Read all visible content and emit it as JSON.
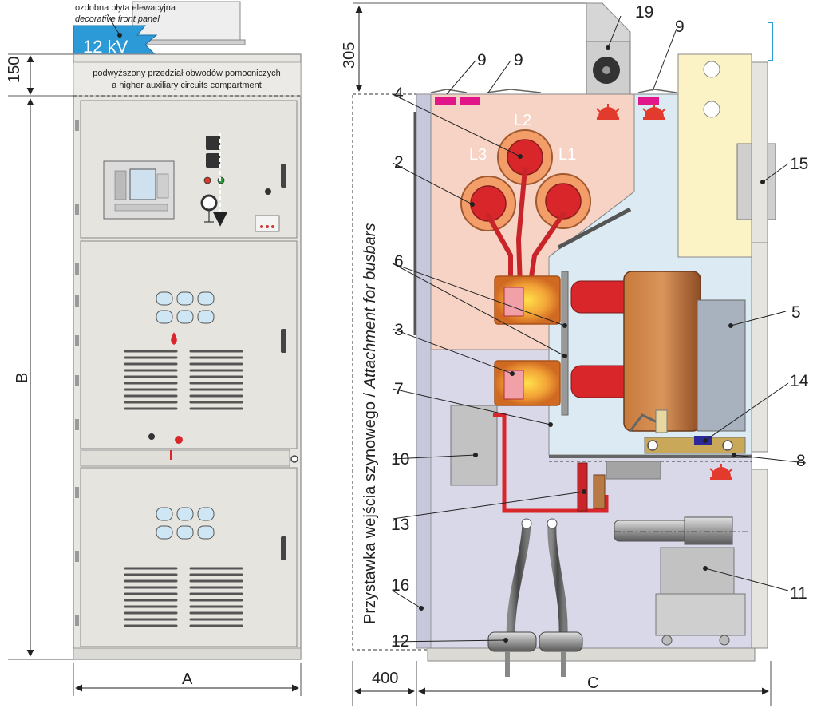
{
  "front_view": {
    "decor_label_pl": "ozdobna płyta elewacyjna",
    "decor_label_en": "decorative front panel",
    "voltage_badge": "12 kV",
    "aux_compartment_pl": "podwyższony przedział obwodów pomocniczych",
    "aux_compartment_en": "a higher auxiliary circuits compartment",
    "dim_150": "150",
    "dim_b": "B",
    "dim_a": "A"
  },
  "side_view": {
    "vertical_caption_pl": "Przystawka wejścia szynowego / ",
    "vertical_caption_en": "Attachment for busbars",
    "dim_305": "305",
    "dim_400": "400",
    "dim_c": "C",
    "phase_labels": [
      "L1",
      "L2",
      "L3"
    ],
    "callouts": [
      "19",
      "9",
      "9",
      "9",
      "4",
      "2",
      "15",
      "6",
      "5",
      "3",
      "14",
      "7",
      "10",
      "8",
      "13",
      "11",
      "16",
      "12"
    ]
  },
  "colors": {
    "badge": "#2d9ad8",
    "busbar_compartment": "#f7d3c5",
    "cable_compartment": "#d8d8e8",
    "breaker_compartment": "#dbeaf3",
    "lv_compartment": "#fbf3c6",
    "conductor": "#d9262b",
    "panel_gray": "#e8e6e1",
    "warning_red": "#e23a2c"
  }
}
